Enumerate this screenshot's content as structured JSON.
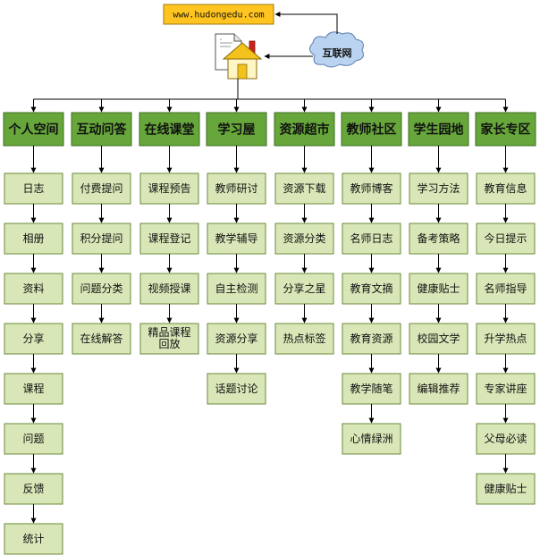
{
  "site": {
    "url": "www.hudongedu.com",
    "network_label": "互联网"
  },
  "icons": {
    "house": "house-icon",
    "document": "document-icon",
    "cloud": "cloud-icon"
  },
  "colors": {
    "top_fill": "#66a63a",
    "sub_fill": "#d9e7b8",
    "url_fill": "#ffc41f"
  },
  "columns": [
    {
      "title": "个人空间",
      "items": [
        "日志",
        "相册",
        "资料",
        "分享",
        "课程",
        "问题",
        "反馈",
        "统计"
      ]
    },
    {
      "title": "互动问答",
      "items": [
        "付费提问",
        "积分提问",
        "问题分类",
        "在线解答"
      ]
    },
    {
      "title": "在线课堂",
      "items": [
        "课程预告",
        "课程登记",
        "视频授课",
        "精品课程回放"
      ]
    },
    {
      "title": "学习屋",
      "items": [
        "教师研讨",
        "教学辅导",
        "自主检测",
        "资源分享",
        "话题讨论"
      ]
    },
    {
      "title": "资源超市",
      "items": [
        "资源下载",
        "资源分类",
        "分享之星",
        "热点标签"
      ]
    },
    {
      "title": "教师社区",
      "items": [
        "教师博客",
        "名师日志",
        "教育文摘",
        "教育资源",
        "教学随笔",
        "心情绿洲"
      ]
    },
    {
      "title": "学生园地",
      "items": [
        "学习方法",
        "备考策略",
        "健康贴士",
        "校园文学",
        "编辑推荐"
      ]
    },
    {
      "title": "家长专区",
      "items": [
        "教育信息",
        "今日提示",
        "名师指导",
        "升学热点",
        "专家讲座",
        "父母必读",
        "健康贴士"
      ]
    }
  ]
}
